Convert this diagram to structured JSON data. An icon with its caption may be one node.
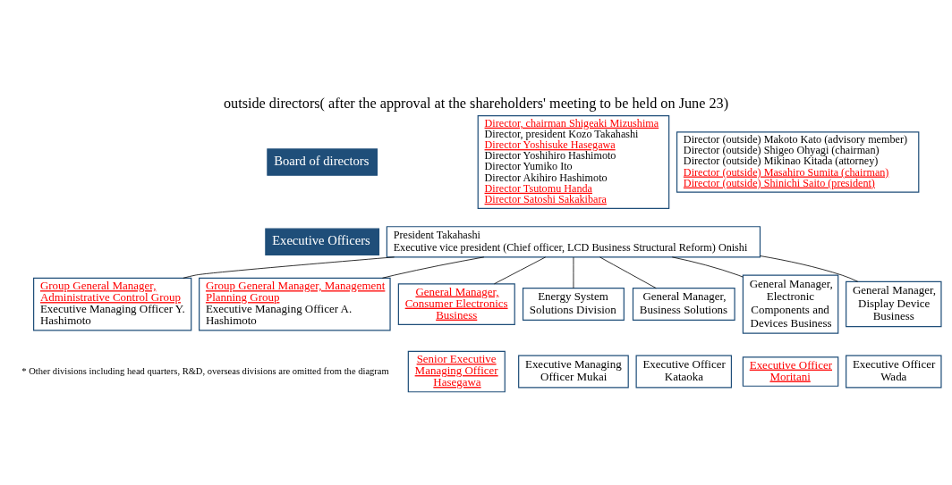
{
  "diagram": {
    "title": "outside directors( after the approval at the shareholders' meeting to be held on June 23)",
    "nodes": [
      {
        "text": [
          "Board of directors"
        ]
      },
      {
        "text": [
          "Director, chairman Shigeaki Mizushima",
          "Director, president Kozo Takahashi",
          "Director Yoshisuke Hasegawa",
          "Director Yoshihiro Hashimoto",
          "Director Yumiko Ito",
          "Director Akihiro Hashimoto",
          "Director Tsutomu Handa",
          "Director Satoshi Sakakibara"
        ]
      },
      {
        "text": [
          "Director (outside) Makoto Kato (advisory member)",
          "Director (outside) Shigeo Ohyagi (chairman)",
          "Director (outside) Mikinao Kitada (attorney)",
          "Director (outside) Masahiro Sumita (chairman)",
          "Director (outside) Shinichi Saito (president)"
        ]
      },
      {
        "text": [
          "Executive Officers"
        ]
      },
      {
        "text": [
          "President Takahashi",
          "Executive vice president (Chief officer, LCD Business Structural Reform) Onishi"
        ]
      },
      {
        "text": [
          "Group General Manager, Administrative Control Group",
          "Executive Managing Officer Y. Hashimoto"
        ]
      },
      {
        "text": [
          "Group General Manager, Management Planning Group",
          "Executive Managing Officer A. Hashimoto"
        ]
      },
      {
        "text": [
          "General Manager, Consumer Electronics Business"
        ]
      },
      {
        "text": [
          "Senior Executive Managing Officer Hasegawa"
        ]
      },
      {
        "text": [
          "Energy System Solutions Division"
        ]
      },
      {
        "text": [
          "Executive Managing Officer Mukai"
        ]
      },
      {
        "text": [
          "General Manager, Business Solutions"
        ]
      },
      {
        "text": [
          "Executive Officer Kataoka"
        ]
      },
      {
        "text": [
          "General Manager, Electronic Components and Devices Business"
        ]
      },
      {
        "text": [
          "Executive Officer Moritani"
        ]
      },
      {
        "text": [
          "General Manager, Display Device Business"
        ]
      },
      {
        "text": [
          "Executive Officer Wada"
        ]
      }
    ],
    "edges": [
      {
        "from": 4,
        "to": 5,
        "arrow": "none"
      },
      {
        "from": 4,
        "to": 6,
        "arrow": "none"
      },
      {
        "from": 4,
        "to": 7,
        "arrow": "none"
      },
      {
        "from": 4,
        "to": 9,
        "arrow": "none"
      },
      {
        "from": 4,
        "to": 11,
        "arrow": "none"
      },
      {
        "from": 4,
        "to": 13,
        "arrow": "none"
      },
      {
        "from": 4,
        "to": 15,
        "arrow": "none"
      }
    ],
    "labels": [
      "* Other divisions including head quarters, R&D, overseas divisions are omitted from the diagram"
    ]
  }
}
